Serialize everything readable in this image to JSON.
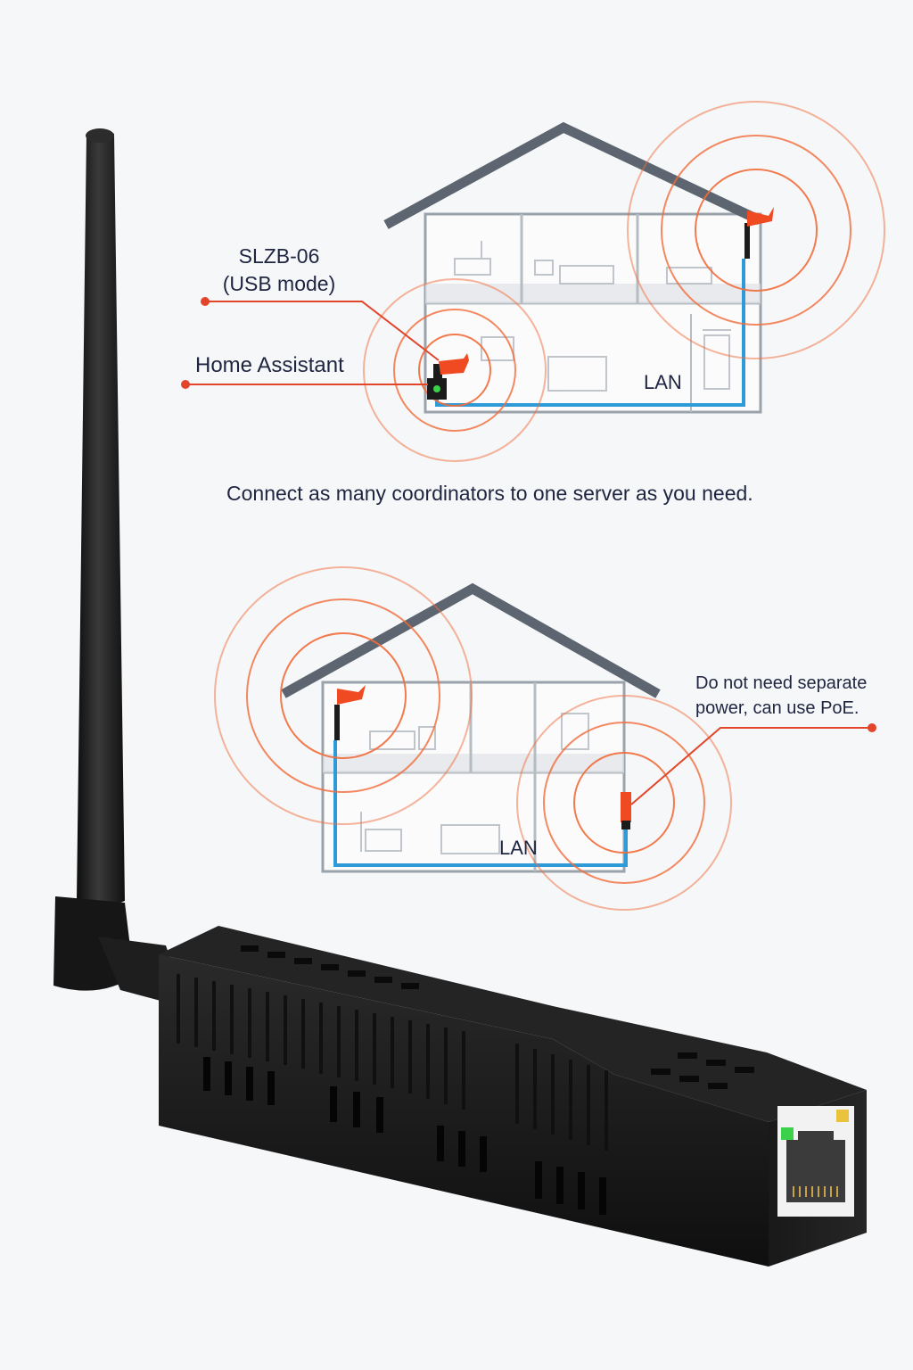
{
  "labels": {
    "slzb_line1": "SLZB-06",
    "slzb_line2": "(USB mode)",
    "home_assistant": "Home Assistant",
    "connect_note": "Connect as many coordinators to one server as you need.",
    "poe_line1": "Do not need separate",
    "poe_line2": "power, can use PoE.",
    "lan_top": "LAN",
    "lan_bottom": "LAN"
  },
  "colors": {
    "signal_ring": "#f26b3a",
    "callout_line": "#e2452a",
    "lan_cable": "#2e9ad8",
    "house_roof": "#5d6670",
    "device_body": "#1a1a1a",
    "antenna_flag": "#ef4a21"
  },
  "icons": [
    "antenna-icon",
    "signal-rings-icon",
    "ethernet-port-icon",
    "led-green-icon",
    "led-yellow-icon"
  ]
}
